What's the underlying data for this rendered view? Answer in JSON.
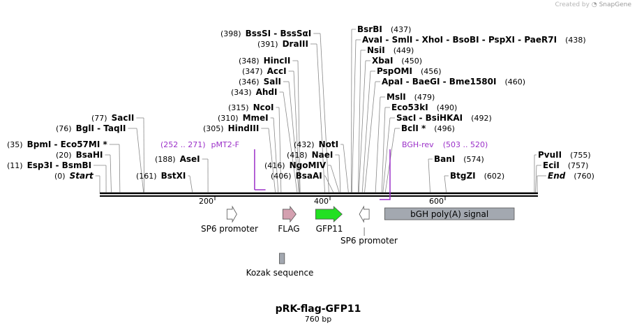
{
  "credit": {
    "prefix": "Created by",
    "brand": "SnapGene"
  },
  "plasmid": {
    "name": "pRK-flag-GFP11",
    "length_label": "760 bp",
    "length": 760
  },
  "scale_ticks": [
    {
      "value": 200,
      "label": "200"
    },
    {
      "value": 400,
      "label": "400"
    },
    {
      "value": 600,
      "label": "600"
    }
  ],
  "sites": [
    {
      "id": "bsssi",
      "pos": "(398)",
      "names": "BssSI  -  BssSαI",
      "at": 398
    },
    {
      "id": "draiii",
      "pos": "(391)",
      "names": "DraIII",
      "at": 391
    },
    {
      "id": "hincii",
      "pos": "(348)",
      "names": "HincII",
      "at": 348
    },
    {
      "id": "acci",
      "pos": "(347)",
      "names": "AccI",
      "at": 347
    },
    {
      "id": "sali",
      "pos": "(346)",
      "names": "SalI",
      "at": 346
    },
    {
      "id": "ahdi",
      "pos": "(343)",
      "names": "AhdI",
      "at": 343
    },
    {
      "id": "ncoi",
      "pos": "(315)",
      "names": "NcoI",
      "at": 315
    },
    {
      "id": "mmei",
      "pos": "(310)",
      "names": "MmeI",
      "at": 310
    },
    {
      "id": "hindiii",
      "pos": "(305)",
      "names": "HindIII",
      "at": 305
    },
    {
      "id": "sacii",
      "pos": "(77)",
      "names": "SacII",
      "at": 77
    },
    {
      "id": "bgli",
      "pos": "(76)",
      "names": "BglI  -  TaqII",
      "at": 76
    },
    {
      "id": "bpmi",
      "pos": "(35)",
      "names": "BpmI  -  Eco57MI *",
      "at": 35
    },
    {
      "id": "bsahi",
      "pos": "(20)",
      "names": "BsaHI",
      "at": 20
    },
    {
      "id": "esp3i",
      "pos": "(11)",
      "names": "Esp3I  -  BsmBI",
      "at": 11
    },
    {
      "id": "start",
      "pos": "(0)",
      "names": "Start",
      "at": 0,
      "italic": true
    },
    {
      "id": "bstxi",
      "pos": "(161)",
      "names": "BstXI",
      "at": 161
    },
    {
      "id": "asei",
      "pos": "(188)",
      "names": "AseI",
      "at": 188
    },
    {
      "id": "noti",
      "pos": "(432)",
      "names": "NotI",
      "at": 432
    },
    {
      "id": "naei",
      "pos": "(418)",
      "names": "NaeI",
      "at": 418
    },
    {
      "id": "ngomiv",
      "pos": "(416)",
      "names": "NgoMIV",
      "at": 416
    },
    {
      "id": "bsaai",
      "pos": "(406)",
      "names": "BsaAI",
      "at": 406
    },
    {
      "id": "bsrbi",
      "pos": "(437)",
      "names": "BsrBI",
      "at": 437
    },
    {
      "id": "avai",
      "pos": "(438)",
      "names": "AvaI  -  SmlI  -  XhoI  -  BsoBI  -  PspXI  -  PaeR7I",
      "at": 438
    },
    {
      "id": "nsii",
      "pos": "(449)",
      "names": "NsiI",
      "at": 449
    },
    {
      "id": "xbai",
      "pos": "(450)",
      "names": "XbaI",
      "at": 450
    },
    {
      "id": "pspomi",
      "pos": "(456)",
      "names": "PspOMI",
      "at": 456
    },
    {
      "id": "apai",
      "pos": "(460)",
      "names": "ApaI  -  BaeGI  -  Bme1580I",
      "at": 460
    },
    {
      "id": "msli",
      "pos": "(479)",
      "names": "MslI",
      "at": 479
    },
    {
      "id": "eco53ki",
      "pos": "(490)",
      "names": "Eco53kI",
      "at": 490
    },
    {
      "id": "saci",
      "pos": "(492)",
      "names": "SacI  -  BsiHKAI",
      "at": 492
    },
    {
      "id": "bcli",
      "pos": "(496)",
      "names": "BclI *",
      "at": 496
    },
    {
      "id": "bani",
      "pos": "(574)",
      "names": "BanI",
      "at": 574
    },
    {
      "id": "btgzi",
      "pos": "(602)",
      "names": "BtgZI",
      "at": 602
    },
    {
      "id": "pvuii",
      "pos": "(755)",
      "names": "PvuII",
      "at": 755
    },
    {
      "id": "ecii",
      "pos": "(757)",
      "names": "EciI",
      "at": 757
    },
    {
      "id": "end",
      "pos": "(760)",
      "names": "End",
      "at": 760,
      "italic": true
    }
  ],
  "primers": [
    {
      "id": "pmt2f",
      "range": "(252 .. 271)",
      "name": "pMT2-F",
      "start": 252,
      "end": 271,
      "direction": "forward"
    },
    {
      "id": "bghrev",
      "name": "BGH-rev",
      "range": "(503 .. 520)",
      "start": 503,
      "end": 520,
      "direction": "reverse"
    }
  ],
  "features": [
    {
      "id": "sp6-promoter-1",
      "label": "SP6 promoter",
      "start": 221,
      "end": 238,
      "direction": "forward",
      "color": "#ffffff"
    },
    {
      "id": "flag",
      "label": "FLAG",
      "start": 318,
      "end": 341,
      "direction": "forward",
      "color": "#d4a0b0"
    },
    {
      "id": "gfp11",
      "label": "GFP11",
      "start": 375,
      "end": 421,
      "direction": "forward",
      "color": "#22e022"
    },
    {
      "id": "sp6-promoter-2",
      "label": "SP6 promoter",
      "start": 451,
      "end": 468,
      "direction": "reverse",
      "color": "#ffffff"
    },
    {
      "id": "bgh-polya",
      "label": "bGH poly(A) signal",
      "start": 495,
      "end": 720,
      "direction": "none",
      "color": "#a3a8b0"
    },
    {
      "id": "kozak",
      "label": "Kozak sequence",
      "start": 312,
      "end": 321,
      "direction": "none",
      "color": "#a3a8b0"
    }
  ]
}
